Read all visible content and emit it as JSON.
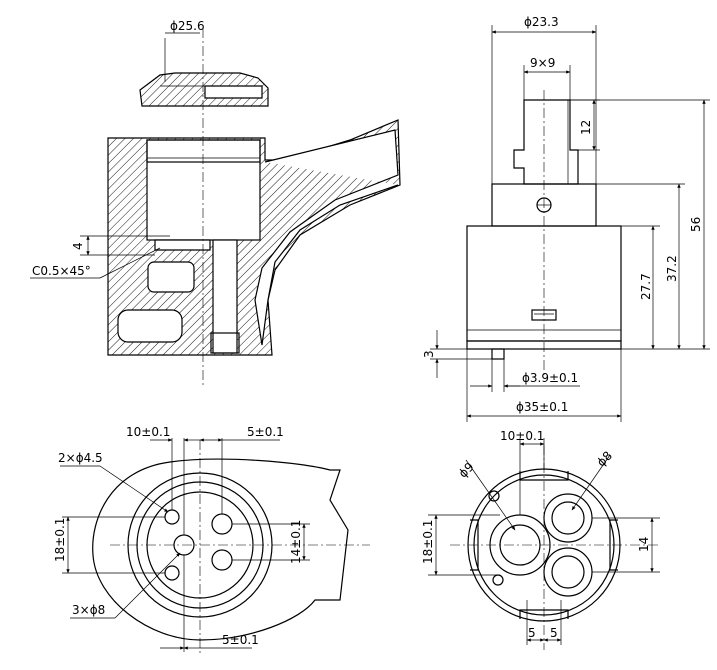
{
  "dimensions": {
    "top_ring_diameter": "ϕ25.6",
    "chamfer": "C0.5×45°",
    "step_depth": "4",
    "cartridge_diameter_top": "ϕ23.3",
    "stem_square": "9×9",
    "stem_height": "12",
    "overall_height": "56",
    "height_37": "37.2",
    "height_27": "27.7",
    "base_offset": "3",
    "pin_diameter": "ϕ3.9±0.1",
    "body_diameter": "ϕ35±0.1",
    "hole_spacing_top": "10±0.1",
    "hole_offset_top": "5±0.1",
    "hole_count_small": "2×ϕ4.5",
    "hole_count_large": "3×ϕ8",
    "hole_span_18": "18±0.1",
    "hole_span_14": "14±0.1",
    "hole_offset_bottom": "5±0.1",
    "base_spacing_top": "10±0.1",
    "base_hole_small": "ϕ9",
    "base_hole_large": "ϕ8",
    "base_span_18": "18±0.1",
    "base_span_14": "14",
    "base_offset_left": "5",
    "base_offset_right": "5"
  }
}
